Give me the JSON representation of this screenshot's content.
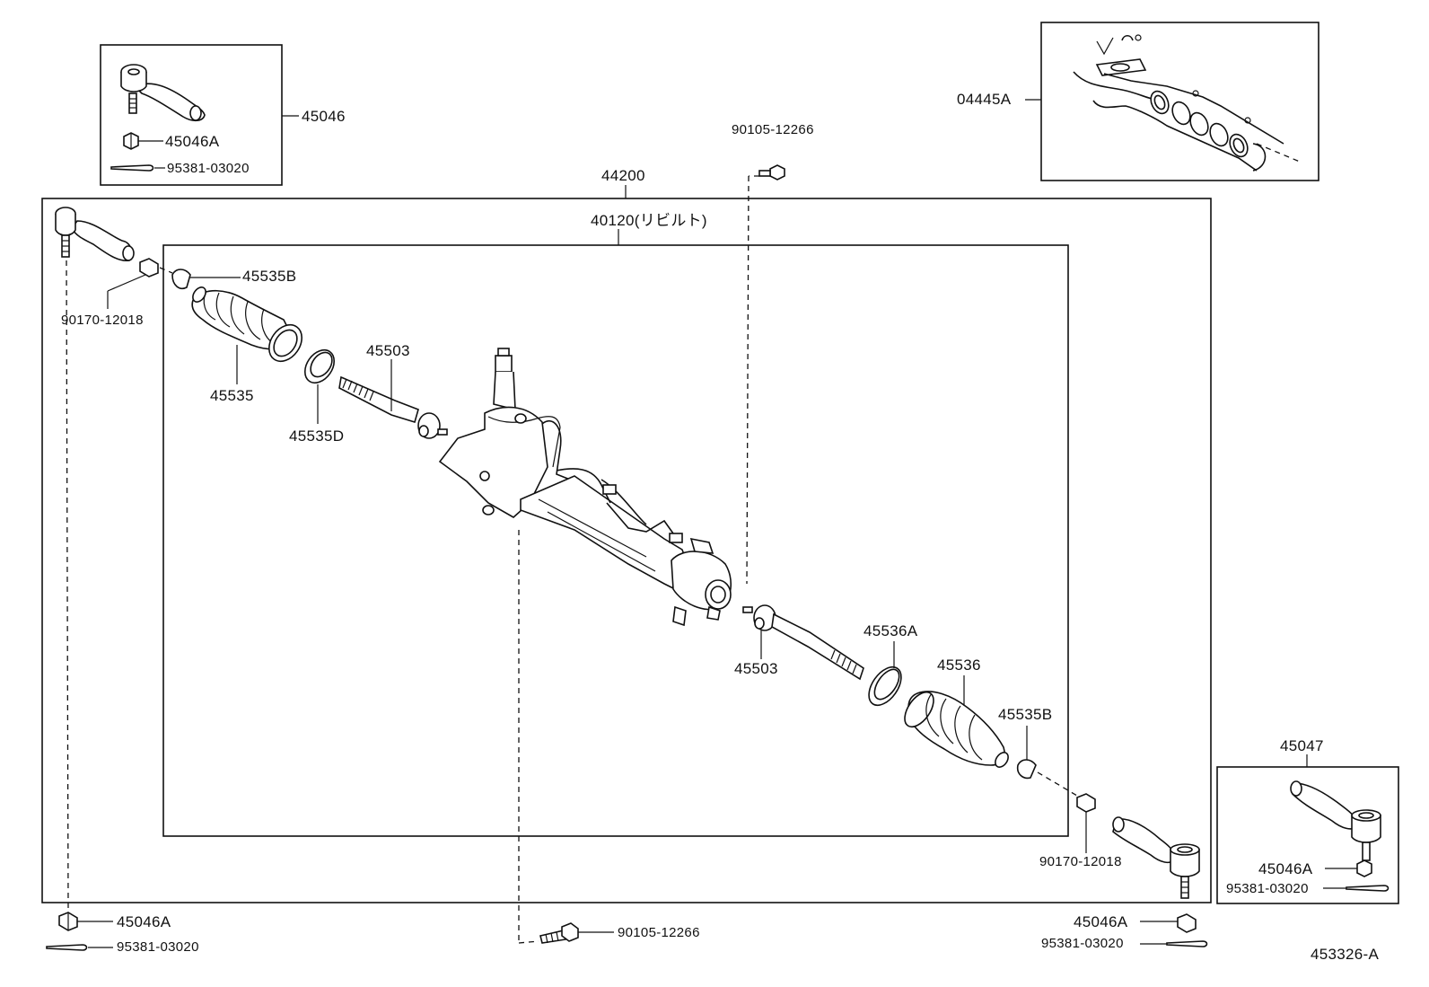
{
  "diagram": {
    "ref_code": "453326-A",
    "labels": {
      "assembly_outer": "44200",
      "assembly_inner": "40120(リビルト)",
      "tie_rod_end_lh_box": "45046",
      "nut_box_lh": "45046A",
      "pin_box_lh": "95381-03020",
      "gasket_kit": "04445A",
      "bolt_top": "90105-12266",
      "nut_lh_upper": "90170-12018",
      "clamp_lh": "45535B",
      "boot_lh": "45535",
      "clip_lh": "45535D",
      "rack_end_lh": "45503",
      "rack_end_rh": "45503",
      "clip_rh": "45536A",
      "boot_rh": "45536",
      "clamp_rh": "45535B",
      "nut_rh_upper": "90170-12018",
      "tie_rod_end_rh_box": "45047",
      "nut_box_rh": "45046A",
      "pin_box_rh": "95381-03020",
      "nut_lh_bottom": "45046A",
      "pin_lh_bottom": "95381-03020",
      "bolt_bottom": "90105-12266",
      "nut_rh_bottom": "45046A",
      "pin_rh_bottom": "95381-03020"
    }
  }
}
